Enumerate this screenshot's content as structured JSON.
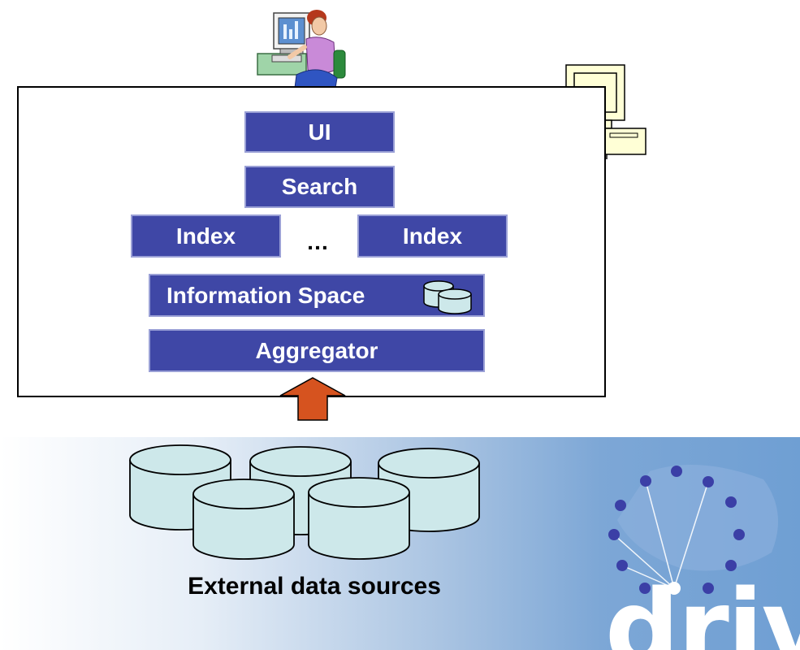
{
  "diagram": {
    "layers": {
      "ui": "UI",
      "search": "Search",
      "index_left": "Index",
      "ellipsis": "…",
      "index_right": "Index",
      "information_space": "Information Space",
      "aggregator": "Aggregator"
    },
    "external_sources_label": "External data sources",
    "logo_text": "driver"
  }
}
